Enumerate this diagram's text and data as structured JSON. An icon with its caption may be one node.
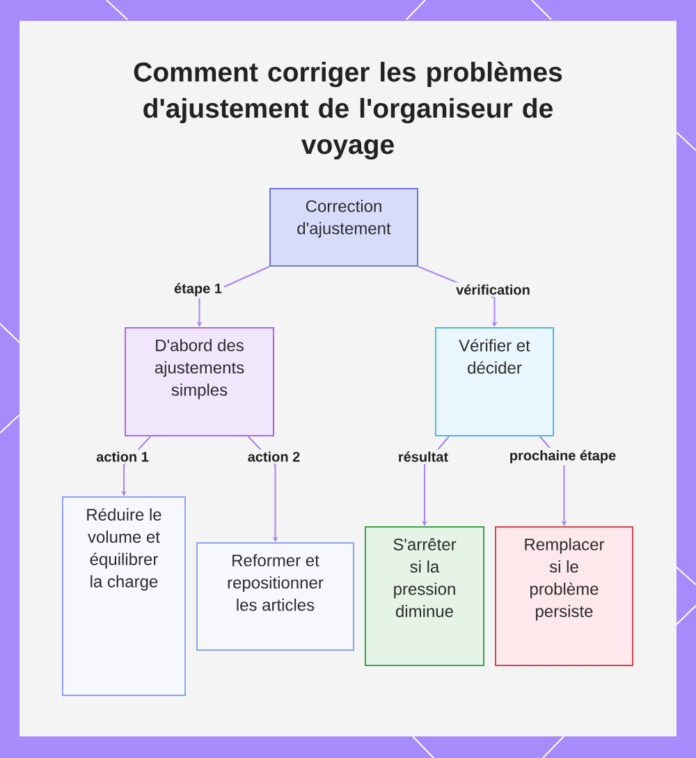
{
  "diagram": {
    "title": "Comment corriger les problèmes d'ajustement de l'organiseur de voyage",
    "nodes": [
      {
        "text": [
          "Correction d'ajustement"
        ]
      },
      {
        "text": [
          "D'abord des ajustements simples"
        ]
      },
      {
        "text": [
          "Vérifier et décider"
        ]
      },
      {
        "text": [
          "Réduire le volume et équilibrer la charge"
        ]
      },
      {
        "text": [
          "Reformer et repositionner les articles"
        ]
      },
      {
        "text": [
          "S'arrêter si la pression diminue"
        ]
      },
      {
        "text": [
          "Remplacer si le problème persiste"
        ]
      }
    ],
    "edges": [
      {
        "from": 0,
        "to": 1,
        "arrow": "to",
        "label": "étape 1"
      },
      {
        "from": 0,
        "to": 2,
        "arrow": "to",
        "label": "vérification"
      },
      {
        "from": 1,
        "to": 3,
        "arrow": "to",
        "label": "action 1"
      },
      {
        "from": 1,
        "to": 4,
        "arrow": "to",
        "label": "action 2"
      },
      {
        "from": 2,
        "to": 5,
        "arrow": "to",
        "label": "résultat"
      },
      {
        "from": 2,
        "to": 6,
        "arrow": "to",
        "label": "prochaine étape"
      }
    ]
  }
}
